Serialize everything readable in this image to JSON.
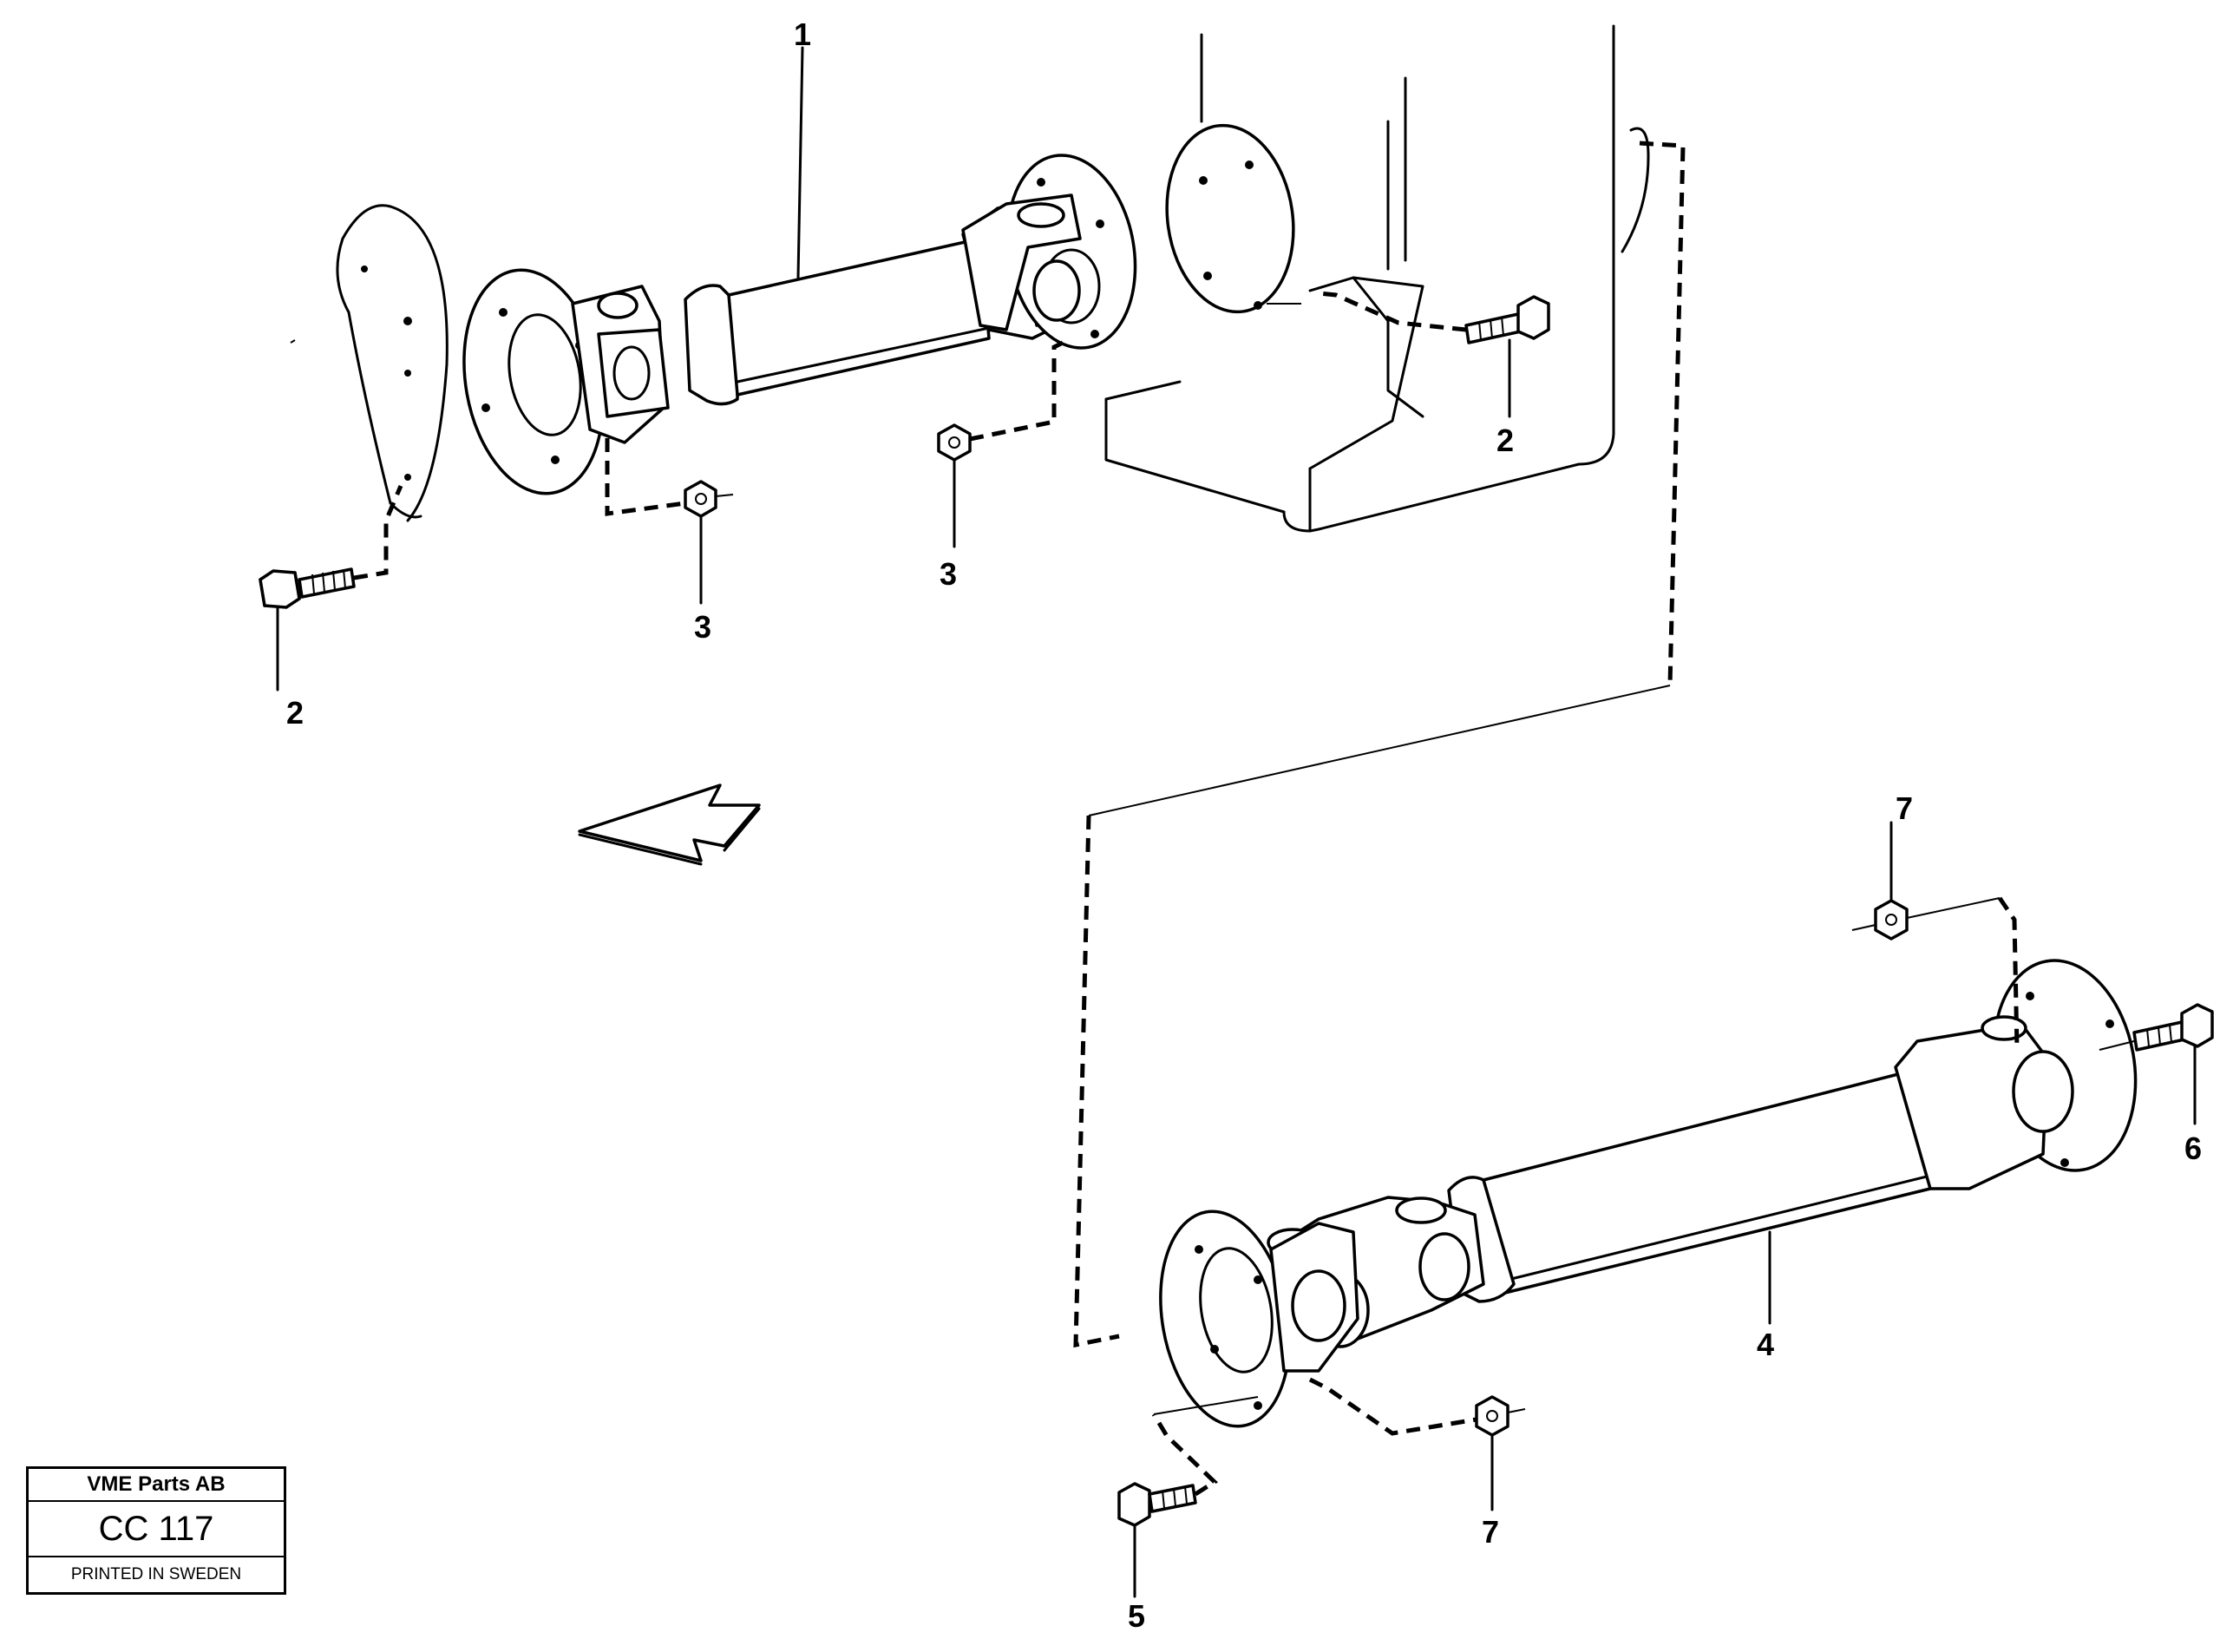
{
  "diagram": {
    "callouts": [
      {
        "id": "c1",
        "text": "1"
      },
      {
        "id": "c2a",
        "text": "2"
      },
      {
        "id": "c2b",
        "text": "2"
      },
      {
        "id": "c3a",
        "text": "3"
      },
      {
        "id": "c3b",
        "text": "3"
      },
      {
        "id": "c4",
        "text": "4"
      },
      {
        "id": "c5",
        "text": "5"
      },
      {
        "id": "c6",
        "text": "6"
      },
      {
        "id": "c7a",
        "text": "7"
      },
      {
        "id": "c7b",
        "text": "7"
      }
    ]
  },
  "stamp": {
    "company": "VME Parts AB",
    "code": "CC 117",
    "printed": "PRINTED IN SWEDEN"
  }
}
